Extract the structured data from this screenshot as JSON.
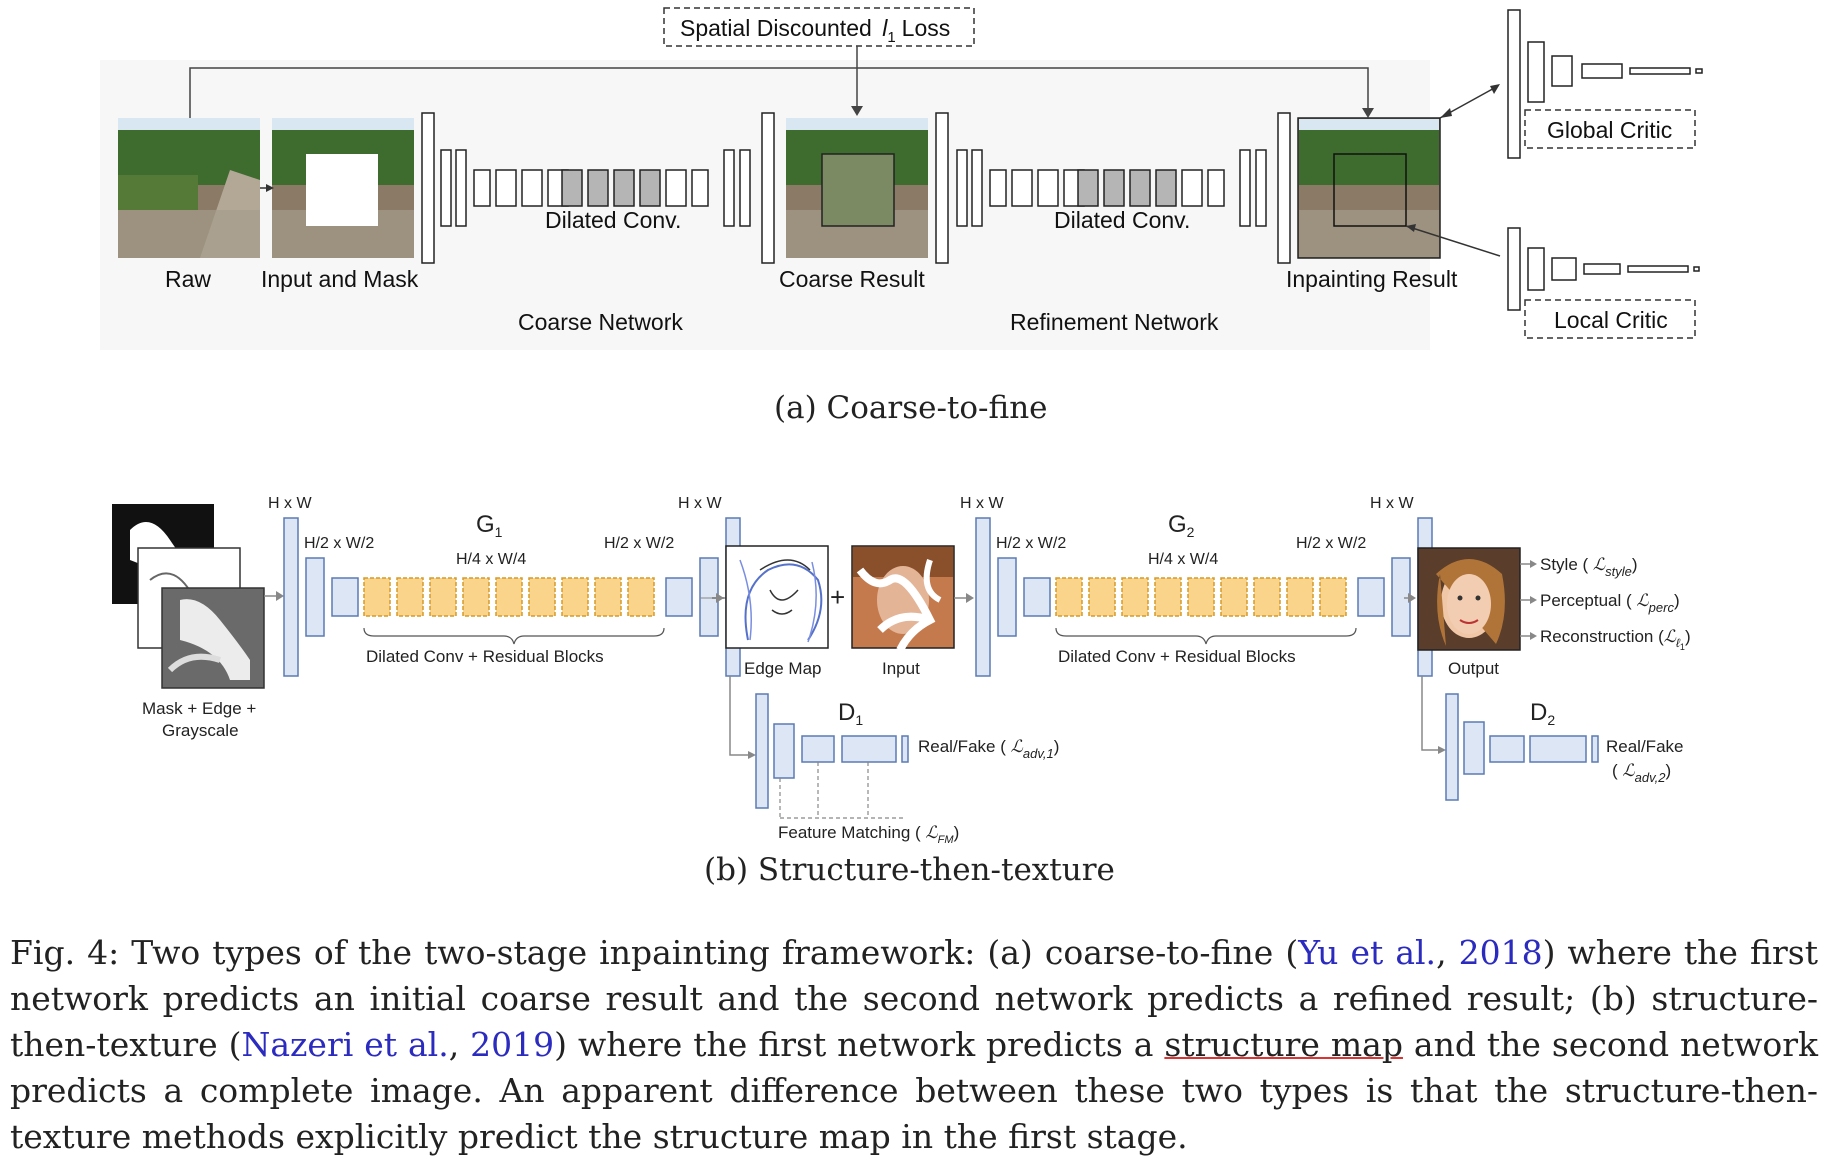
{
  "figure_a": {
    "loss_label": "Spatial Discounted",
    "loss_symbol": "l",
    "loss_sub": "1",
    "loss_suffix": "Loss",
    "raw_label": "Raw",
    "input_mask_label": "Input and Mask",
    "dilated_label_1": "Dilated Conv.",
    "dilated_label_2": "Dilated Conv.",
    "coarse_result_label": "Coarse Result",
    "inpainting_result_label": "Inpainting Result",
    "coarse_network_label": "Coarse Network",
    "refinement_network_label": "Refinement Network",
    "global_critic_label": "Global Critic",
    "local_critic_label": "Local Critic",
    "subcaption": "(a)  Coarse-to-fine"
  },
  "figure_b": {
    "hw_1": "H x W",
    "h2w2_1": "H/2 x W/2",
    "h4w4_1": "H/4 x W/4",
    "h2w2_2": "H/2 x W/2",
    "hw_2": "H x W",
    "hw_3": "H x W",
    "h2w2_3": "H/2 x W/2",
    "h4w4_2": "H/4 x W/4",
    "h2w2_4": "H/2 x W/2",
    "hw_4": "H x W",
    "g1_label": "G",
    "g1_sub": "1",
    "g2_label": "G",
    "g2_sub": "2",
    "d1_label": "D",
    "d1_sub": "1",
    "d2_label": "D",
    "d2_sub": "2",
    "block_label_1": "Dilated Conv + Residual Blocks",
    "block_label_2": "Dilated Conv + Residual Blocks",
    "mask_edge_line1": "Mask + Edge +",
    "mask_edge_line2": "Grayscale",
    "edge_map_label": "Edge Map",
    "input_label": "Input",
    "output_label": "Output",
    "plus_sign": "+",
    "style_loss": "Style (",
    "style_sym": "ℒ",
    "style_sub": "style",
    "perceptual_loss": "Perceptual (",
    "perc_sym": "ℒ",
    "perc_sub": "perc",
    "recon_loss": "Reconstruction (",
    "recon_sym": "ℒ",
    "recon_sub": "ℓ",
    "recon_subsub": "1",
    "realfake_1": "Real/Fake (",
    "adv1_sym": "ℒ",
    "adv1_sub": "adv,1",
    "realfake_2": "Real/Fake",
    "adv2_sym": "ℒ",
    "adv2_sub": "adv,2",
    "feature_matching": "Feature Matching (",
    "fm_sym": "ℒ",
    "fm_sub": "FM",
    "close_paren": ")",
    "open_paren": "(",
    "subcaption": "(b)  Structure-then-texture"
  },
  "caption": {
    "prefix": "Fig. 4: Two types of the two-stage inpainting framework: (a) coarse-to-fine (",
    "cite1_author": "Yu et al.",
    "cite1_sep": ", ",
    "cite1_year": "2018",
    "part2": ") where the first network predicts an initial coarse result and the second network predicts a refined result; (b) structure-then-texture (",
    "cite2_author": "Nazeri et al.",
    "cite2_sep": ", ",
    "cite2_year": "2019",
    "part3": ") where the first network predicts a ",
    "underlined": "structure map",
    "part4": " and the second network predicts a complete image. An apparent difference between these two types is that the structure-then-texture methods explicitly predict the structure map in the first stage."
  },
  "colors": {
    "blue_block_fill": "#dce6f5",
    "blue_block_stroke": "#5b7ab5",
    "orange_block_fill": "#f9d48a",
    "orange_block_stroke": "#d69a2a",
    "dark_block_fill": "#b5b5b5",
    "citation": "#2b2bbf"
  }
}
